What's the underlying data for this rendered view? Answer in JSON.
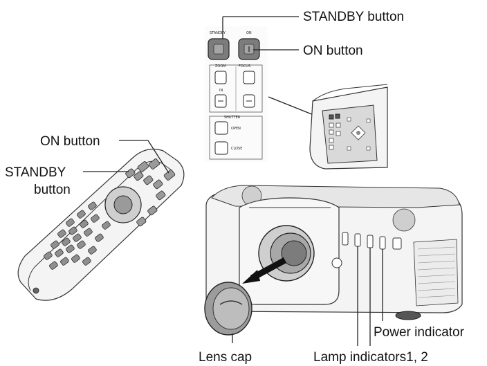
{
  "labels": {
    "standby_button_top": "STANDBY button",
    "on_button_top": "ON button",
    "on_button_remote": "ON button",
    "standby_button_remote_line1": "STANDBY",
    "standby_button_remote_line2": "button",
    "lens_cap": "Lens cap",
    "lamp_indicators": "Lamp indicators1, 2",
    "power_indicator": "Power indicator"
  },
  "panel_labels": {
    "standby": "STANDBY",
    "on": "ON",
    "zoom": "ZOOM",
    "focus": "FOCUS",
    "in": "IN",
    "shutter": "SHUTTER",
    "open": "OPEN",
    "close": "CLOSE"
  },
  "colors": {
    "ink": "#111111",
    "button_fill": "#8a8a8a",
    "body_fill": "#f4f4f4"
  }
}
